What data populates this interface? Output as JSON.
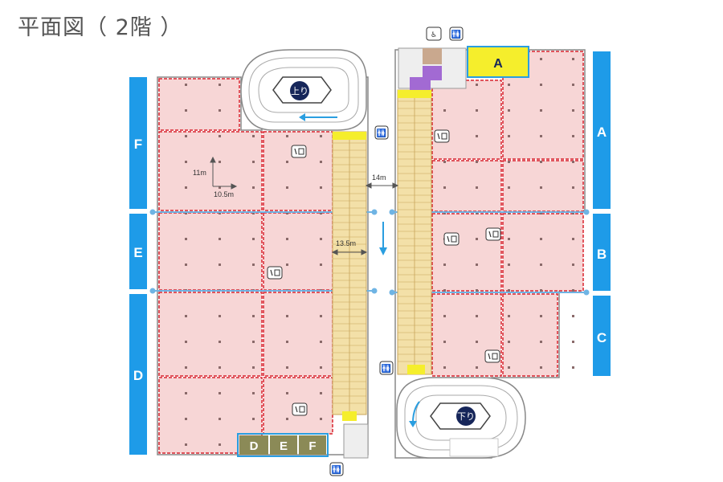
{
  "title": "平面図（ 2階 ）",
  "colors": {
    "tenant_fill": "#f7d6d6",
    "tenant_line": "#d9232e",
    "ramp_fill": "#f3e0a8",
    "side_bar": "#1e9be8",
    "badge_navy": "#16265a",
    "bottom_zone": "#8b8a57",
    "top_zone": "#f5ee2c",
    "purple": "#a26ad3",
    "arrow_blue": "#2a9ee0"
  },
  "side_labels": {
    "right": [
      "A",
      "B",
      "C"
    ],
    "left": [
      "F",
      "E",
      "D"
    ]
  },
  "top_zone_label": "A",
  "bottom_zones": [
    "D",
    "E",
    "F"
  ],
  "ramps": {
    "up": "上り",
    "down": "下り"
  },
  "dimensions": {
    "span_h": "11m",
    "span_w": "10.5m",
    "aisle": "14m",
    "ramp_width": "13.5m"
  },
  "icons": [
    "wc-icon",
    "ev-icon",
    "elevator-icon",
    "direction-arrow-icon"
  ]
}
